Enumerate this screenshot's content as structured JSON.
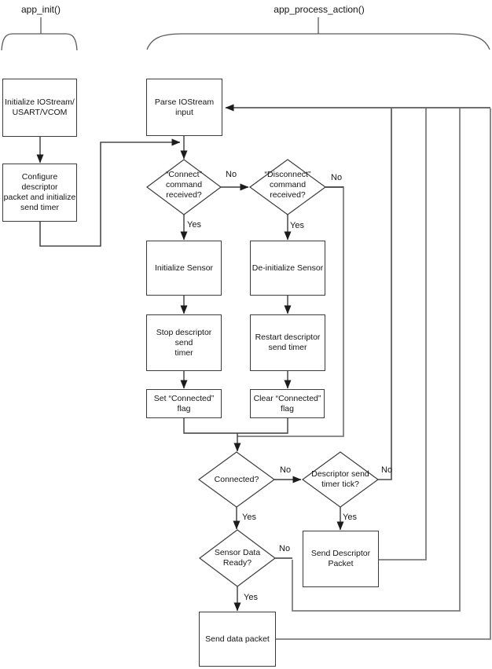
{
  "titles": {
    "app_init": "app_init()",
    "app_process_action": "app_process_action()"
  },
  "labels": {
    "yes": "Yes",
    "no": "No"
  },
  "boxes": {
    "init_iostream": {
      "lines": [
        "Initialize IOStream/",
        "USART/VCOM"
      ]
    },
    "configure_descriptor": {
      "lines": [
        "Configure descriptor",
        "packet and initialize",
        "send timer"
      ]
    },
    "parse_iostream": {
      "lines": [
        "Parse IOStream",
        "input"
      ]
    },
    "initialize_sensor": {
      "lines": [
        "Initialize Sensor"
      ]
    },
    "deinitialize_sensor": {
      "lines": [
        "De-initialize Sensor"
      ]
    },
    "stop_timer": {
      "lines": [
        "Stop descriptor send",
        "timer"
      ]
    },
    "restart_timer": {
      "lines": [
        "Restart descriptor",
        "send timer"
      ]
    },
    "set_flag": {
      "lines": [
        "Set “Connected” flag"
      ]
    },
    "clear_flag": {
      "lines": [
        "Clear “Connected”",
        "flag"
      ]
    },
    "send_descriptor": {
      "lines": [
        "Send Descriptor",
        "Packet"
      ]
    },
    "send_data": {
      "lines": [
        "Send data packet"
      ]
    }
  },
  "diamonds": {
    "connect": {
      "lines": [
        "“Connect”",
        "command",
        "received?"
      ]
    },
    "disconnect": {
      "lines": [
        "“Disconnect”",
        "command",
        "received?"
      ]
    },
    "connected": {
      "lines": [
        "Connected?"
      ]
    },
    "timer_tick": {
      "lines": [
        "Descriptor send",
        "timer tick?"
      ]
    },
    "sensor_ready": {
      "lines": [
        "Sensor Data",
        "Ready?"
      ]
    }
  },
  "colors": {
    "ink": "#3c3c3c",
    "return_gray": "#7d7d7d",
    "arrow": "#1c1c1c"
  }
}
